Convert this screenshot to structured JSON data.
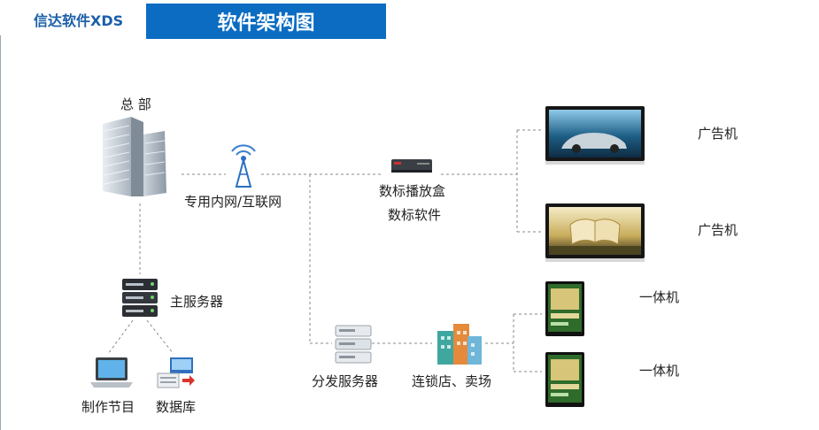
{
  "header": {
    "brand": "信达软件XDS",
    "title": "软件架构图"
  },
  "nodes": {
    "hq": "总 部",
    "network": "专用内网/互联网",
    "player_box": "数标播放盒",
    "player_software": "数标软件",
    "ad_machine_1": "广告机",
    "ad_machine_2": "广告机",
    "kiosk_1": "一体机",
    "kiosk_2": "一体机",
    "main_server": "主服务器",
    "make_program": "制作节目",
    "database": "数据库",
    "dist_server": "分发服务器",
    "chain_store": "连锁店、卖场"
  },
  "colors": {
    "brand": "#1b5fa8",
    "title_bar": "#0b6cc2",
    "line": "#8a8a8a"
  }
}
